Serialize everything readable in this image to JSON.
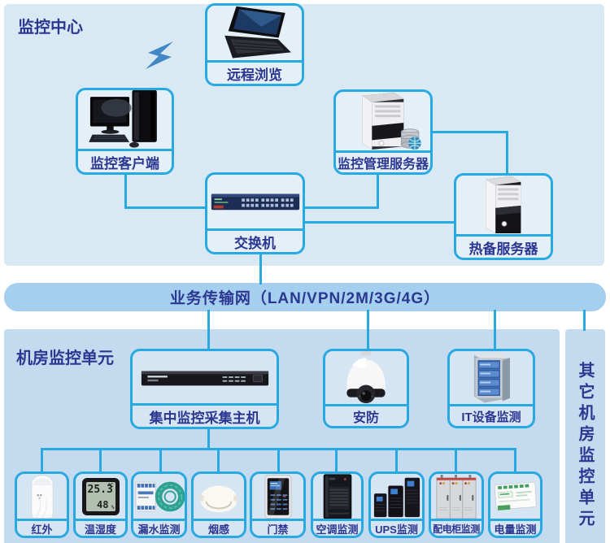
{
  "sections": {
    "top_title": "监控中心",
    "bottom_title": "机房监控单元"
  },
  "bar": {
    "label": "业务传输网（LAN/VPN/2M/3G/4G）"
  },
  "nodes": {
    "remote": {
      "label": "远程浏览"
    },
    "client": {
      "label": "监控客户端"
    },
    "mgmt": {
      "label": "监控管理服务器"
    },
    "switch": {
      "label": "交换机"
    },
    "standby": {
      "label": "热备服务器"
    },
    "host": {
      "label": "集中监控采集主机"
    },
    "security": {
      "label": "安防"
    },
    "it": {
      "label": "IT设备监测"
    }
  },
  "devices": [
    {
      "id": "infrared",
      "label": "红外"
    },
    {
      "id": "temp-humidity",
      "label": "温湿度",
      "lcd_temp": "25.3",
      "lcd_temp_unit": "℃",
      "lcd_humidity": "48",
      "lcd_humidity_unit": "%"
    },
    {
      "id": "water-leak",
      "label": "漏水监测"
    },
    {
      "id": "smoke",
      "label": "烟感"
    },
    {
      "id": "door-access",
      "label": "门禁"
    },
    {
      "id": "air-conditioning",
      "label": "空调监测"
    },
    {
      "id": "ups",
      "label": "UPS监测"
    },
    {
      "id": "power-cabinet",
      "label": "配电柜监测"
    },
    {
      "id": "energy",
      "label": "电量监测"
    }
  ],
  "sidebar": {
    "label": "其它机房监控单元"
  },
  "colors": {
    "accent_cyan": "#29a9e1",
    "text_navy": "#2c3792",
    "panel_top": "#d8e9f4",
    "panel_bottom": "#c4daee",
    "bar": "#a5cfee"
  }
}
